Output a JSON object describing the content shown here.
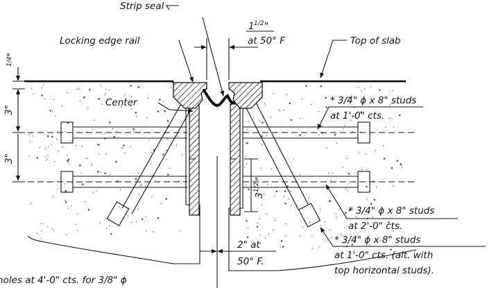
{
  "labels": {
    "strip_seal": "Strip seal",
    "locking_edge_rail": "Locking edge rail",
    "top_of_slab": "Top of slab",
    "center": "Center",
    "gap_top_value": "1",
    "gap_top_frac": "1/2",
    "gap_top_unit": "\"",
    "gap_top_temp": "at 50° F",
    "depth_quarter_frac": "1/4",
    "depth_quarter_unit": "\"",
    "dim_3a": "3\"",
    "dim_3b": "3\"",
    "dim_3half_value": "3",
    "dim_3half_frac": "1/2",
    "dim_3half_unit": "\"",
    "gap_bottom_line1": "2\" at",
    "gap_bottom_line2": "50° F.",
    "studs_top_line1": "* 3/4\" ϕ x 8\" studs",
    "studs_top_line2": "at 1'-0\" cts.",
    "studs_mid_line1": "* 3/4\" ϕ x 8\" studs",
    "studs_mid_line2": "at 2'-0\" cts.",
    "studs_low_line1": "* 3/4\" ϕ x 8\" studs",
    "studs_low_line2": "at 1'-0\" cts. (alt. with",
    "studs_low_line3": "top horizontal studs).",
    "bottom_note": "holes at 4'-0\" cts. for 3/8\" ϕ"
  },
  "colors": {
    "ink": "#111111",
    "background": "#ffffff"
  }
}
